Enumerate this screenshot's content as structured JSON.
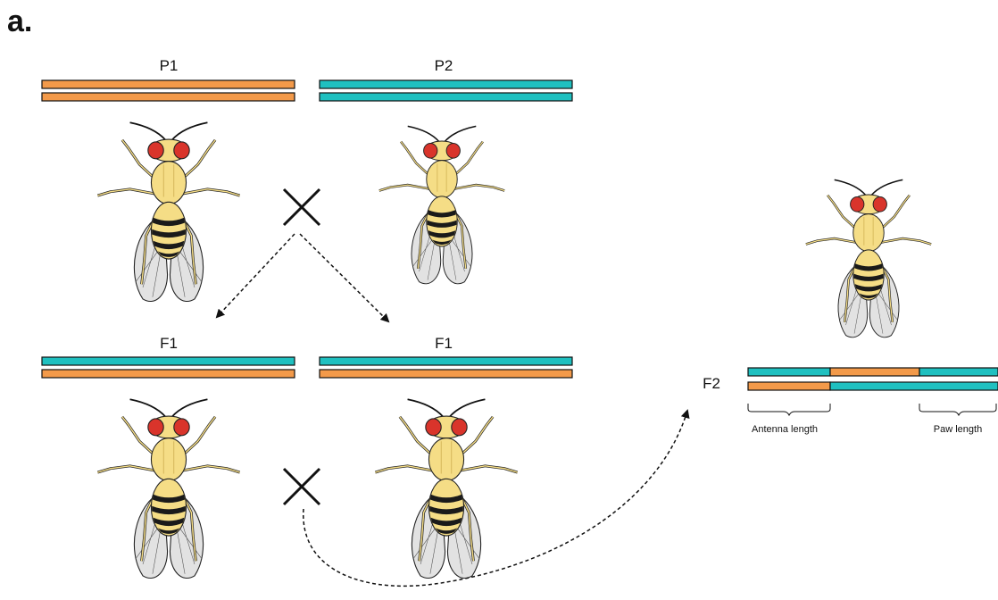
{
  "panel_label": "a.",
  "generations": {
    "p1": "P1",
    "p2": "P2",
    "f1_left": "F1",
    "f1_right": "F1",
    "f2": "F2"
  },
  "cross_symbol": "✕",
  "traits": {
    "antenna": "Antenna length",
    "paw": "Paw length"
  },
  "colors": {
    "orange": "#F39A4A",
    "teal": "#1FC0C0",
    "outline": "#111111",
    "eye": "#D9342B",
    "body": "#F5DD86",
    "stripe": "#1A1A1A",
    "wing": "#D9D9D9"
  },
  "icons": [
    "fruit-fly-icon",
    "cross-icon",
    "dashed-arrow-icon",
    "brace-icon"
  ]
}
